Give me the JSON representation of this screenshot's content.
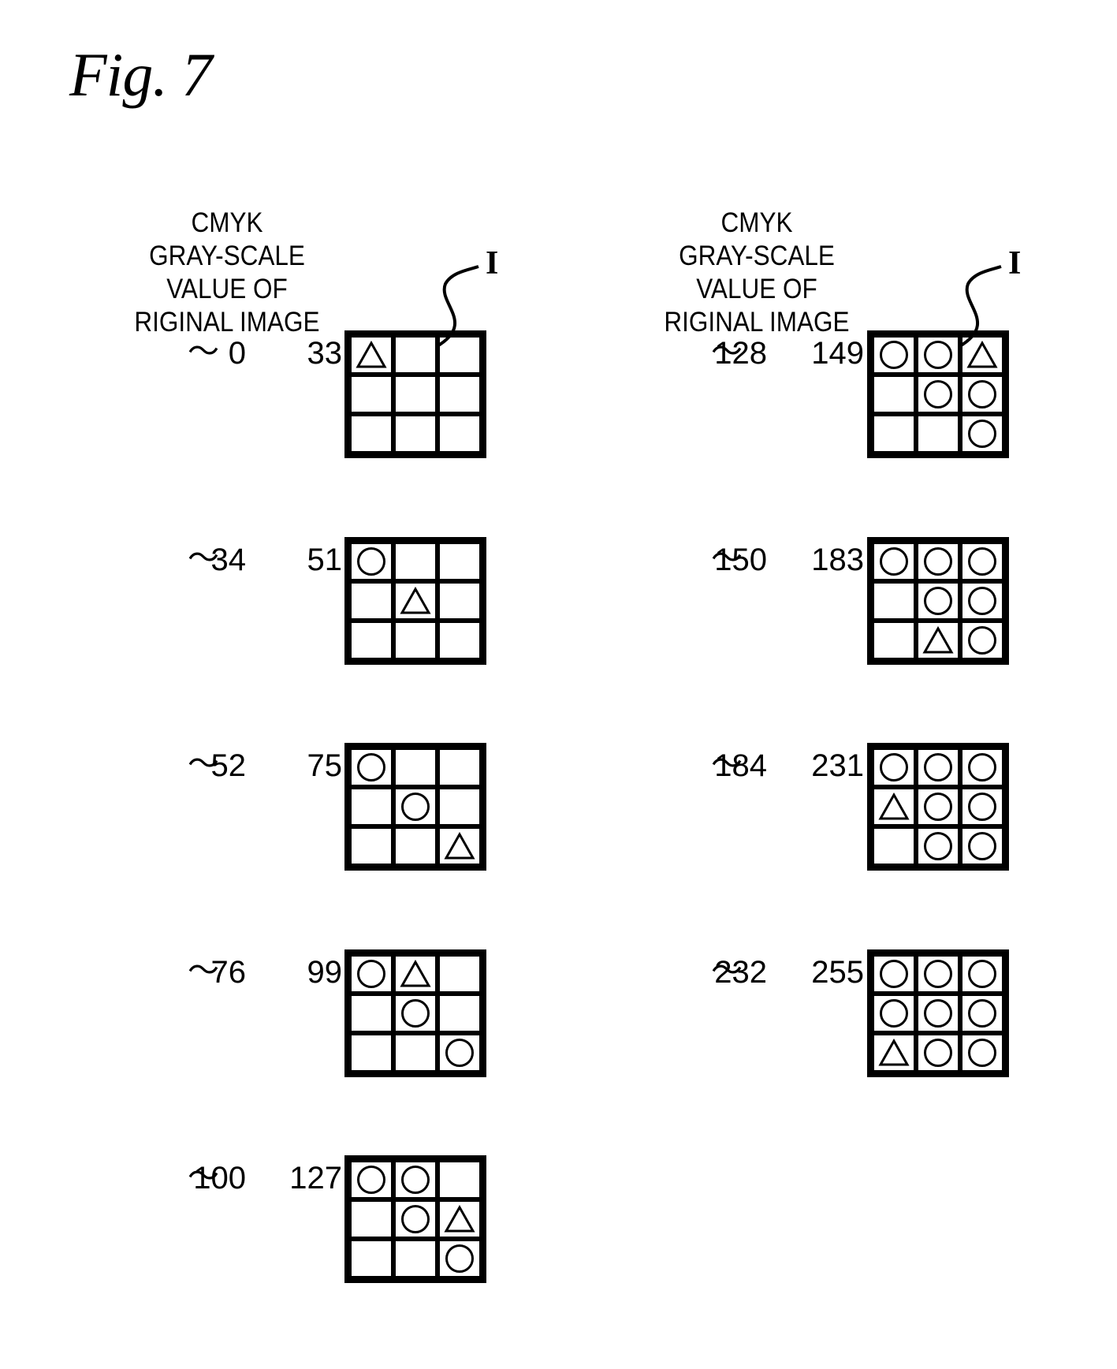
{
  "figure_title": "Fig. 7",
  "column_header_lines": [
    "CMYK",
    "GRAY-SCALE",
    "VALUE OF",
    "RIGINAL IMAGE"
  ],
  "reference_label": "I",
  "legend": {
    "circle": "○",
    "triangle": "△",
    "empty": ""
  },
  "rows_left": [
    {
      "low": "0",
      "tilde": "～",
      "high": "33",
      "pattern": [
        [
          "triangle",
          "empty",
          "empty"
        ],
        [
          "empty",
          "empty",
          "empty"
        ],
        [
          "empty",
          "empty",
          "empty"
        ]
      ]
    },
    {
      "low": "34",
      "tilde": "～",
      "high": "51",
      "pattern": [
        [
          "circle",
          "empty",
          "empty"
        ],
        [
          "empty",
          "triangle",
          "empty"
        ],
        [
          "empty",
          "empty",
          "empty"
        ]
      ]
    },
    {
      "low": "52",
      "tilde": "～",
      "high": "75",
      "pattern": [
        [
          "circle",
          "empty",
          "empty"
        ],
        [
          "empty",
          "circle",
          "empty"
        ],
        [
          "empty",
          "empty",
          "triangle"
        ]
      ]
    },
    {
      "low": "76",
      "tilde": "～",
      "high": "99",
      "pattern": [
        [
          "circle",
          "triangle",
          "empty"
        ],
        [
          "empty",
          "circle",
          "empty"
        ],
        [
          "empty",
          "empty",
          "circle"
        ]
      ]
    },
    {
      "low": "100",
      "tilde": "～",
      "high": "127",
      "pattern": [
        [
          "circle",
          "circle",
          "empty"
        ],
        [
          "empty",
          "circle",
          "triangle"
        ],
        [
          "empty",
          "empty",
          "circle"
        ]
      ]
    }
  ],
  "rows_right": [
    {
      "low": "128",
      "tilde": "～",
      "high": "149",
      "pattern": [
        [
          "circle",
          "circle",
          "triangle"
        ],
        [
          "empty",
          "circle",
          "circle"
        ],
        [
          "empty",
          "empty",
          "circle"
        ]
      ]
    },
    {
      "low": "150",
      "tilde": "～",
      "high": "183",
      "pattern": [
        [
          "circle",
          "circle",
          "circle"
        ],
        [
          "empty",
          "circle",
          "circle"
        ],
        [
          "empty",
          "triangle",
          "circle"
        ]
      ]
    },
    {
      "low": "184",
      "tilde": "～",
      "high": "231",
      "pattern": [
        [
          "circle",
          "circle",
          "circle"
        ],
        [
          "triangle",
          "circle",
          "circle"
        ],
        [
          "empty",
          "circle",
          "circle"
        ]
      ]
    },
    {
      "low": "232",
      "tilde": "～",
      "high": "255",
      "pattern": [
        [
          "circle",
          "circle",
          "circle"
        ],
        [
          "circle",
          "circle",
          "circle"
        ],
        [
          "triangle",
          "circle",
          "circle"
        ]
      ]
    }
  ]
}
